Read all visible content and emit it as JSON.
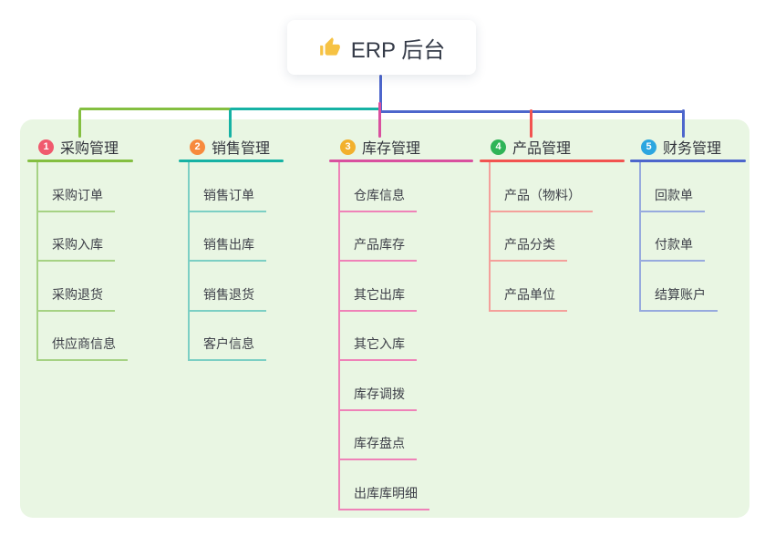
{
  "root": {
    "label": "ERP 后台",
    "icon": "thumbs-up-icon",
    "icon_color": "#f6c243",
    "connector_color": "#4d66cc"
  },
  "panel_color": "#e9f6e3",
  "branches": [
    {
      "num": "1",
      "label": "采购管理",
      "badge_color": "#f05a6e",
      "color": "#84bf41",
      "child_color": "#a6d284",
      "children": [
        "采购订单",
        "采购入库",
        "采购退货",
        "供应商信息"
      ]
    },
    {
      "num": "2",
      "label": "销售管理",
      "badge_color": "#f78a3d",
      "color": "#16b2a4",
      "child_color": "#7ccfc4",
      "children": [
        "销售订单",
        "销售出库",
        "销售退货",
        "客户信息"
      ]
    },
    {
      "num": "3",
      "label": "库存管理",
      "badge_color": "#f2b02c",
      "color": "#d9509f",
      "child_color": "#ef82b8",
      "children": [
        "仓库信息",
        "产品库存",
        "其它出库",
        "其它入库",
        "库存调拨",
        "库存盘点",
        "出库库明细"
      ]
    },
    {
      "num": "4",
      "label": "产品管理",
      "badge_color": "#2fb457",
      "color": "#f25350",
      "child_color": "#f4a09b",
      "children": [
        "产品（物料）",
        "产品分类",
        "产品单位"
      ]
    },
    {
      "num": "5",
      "label": "财务管理",
      "badge_color": "#2ba6e0",
      "color": "#4d66cc",
      "child_color": "#97aade",
      "children": [
        "回款单",
        "付款单",
        "结算账户"
      ]
    }
  ]
}
